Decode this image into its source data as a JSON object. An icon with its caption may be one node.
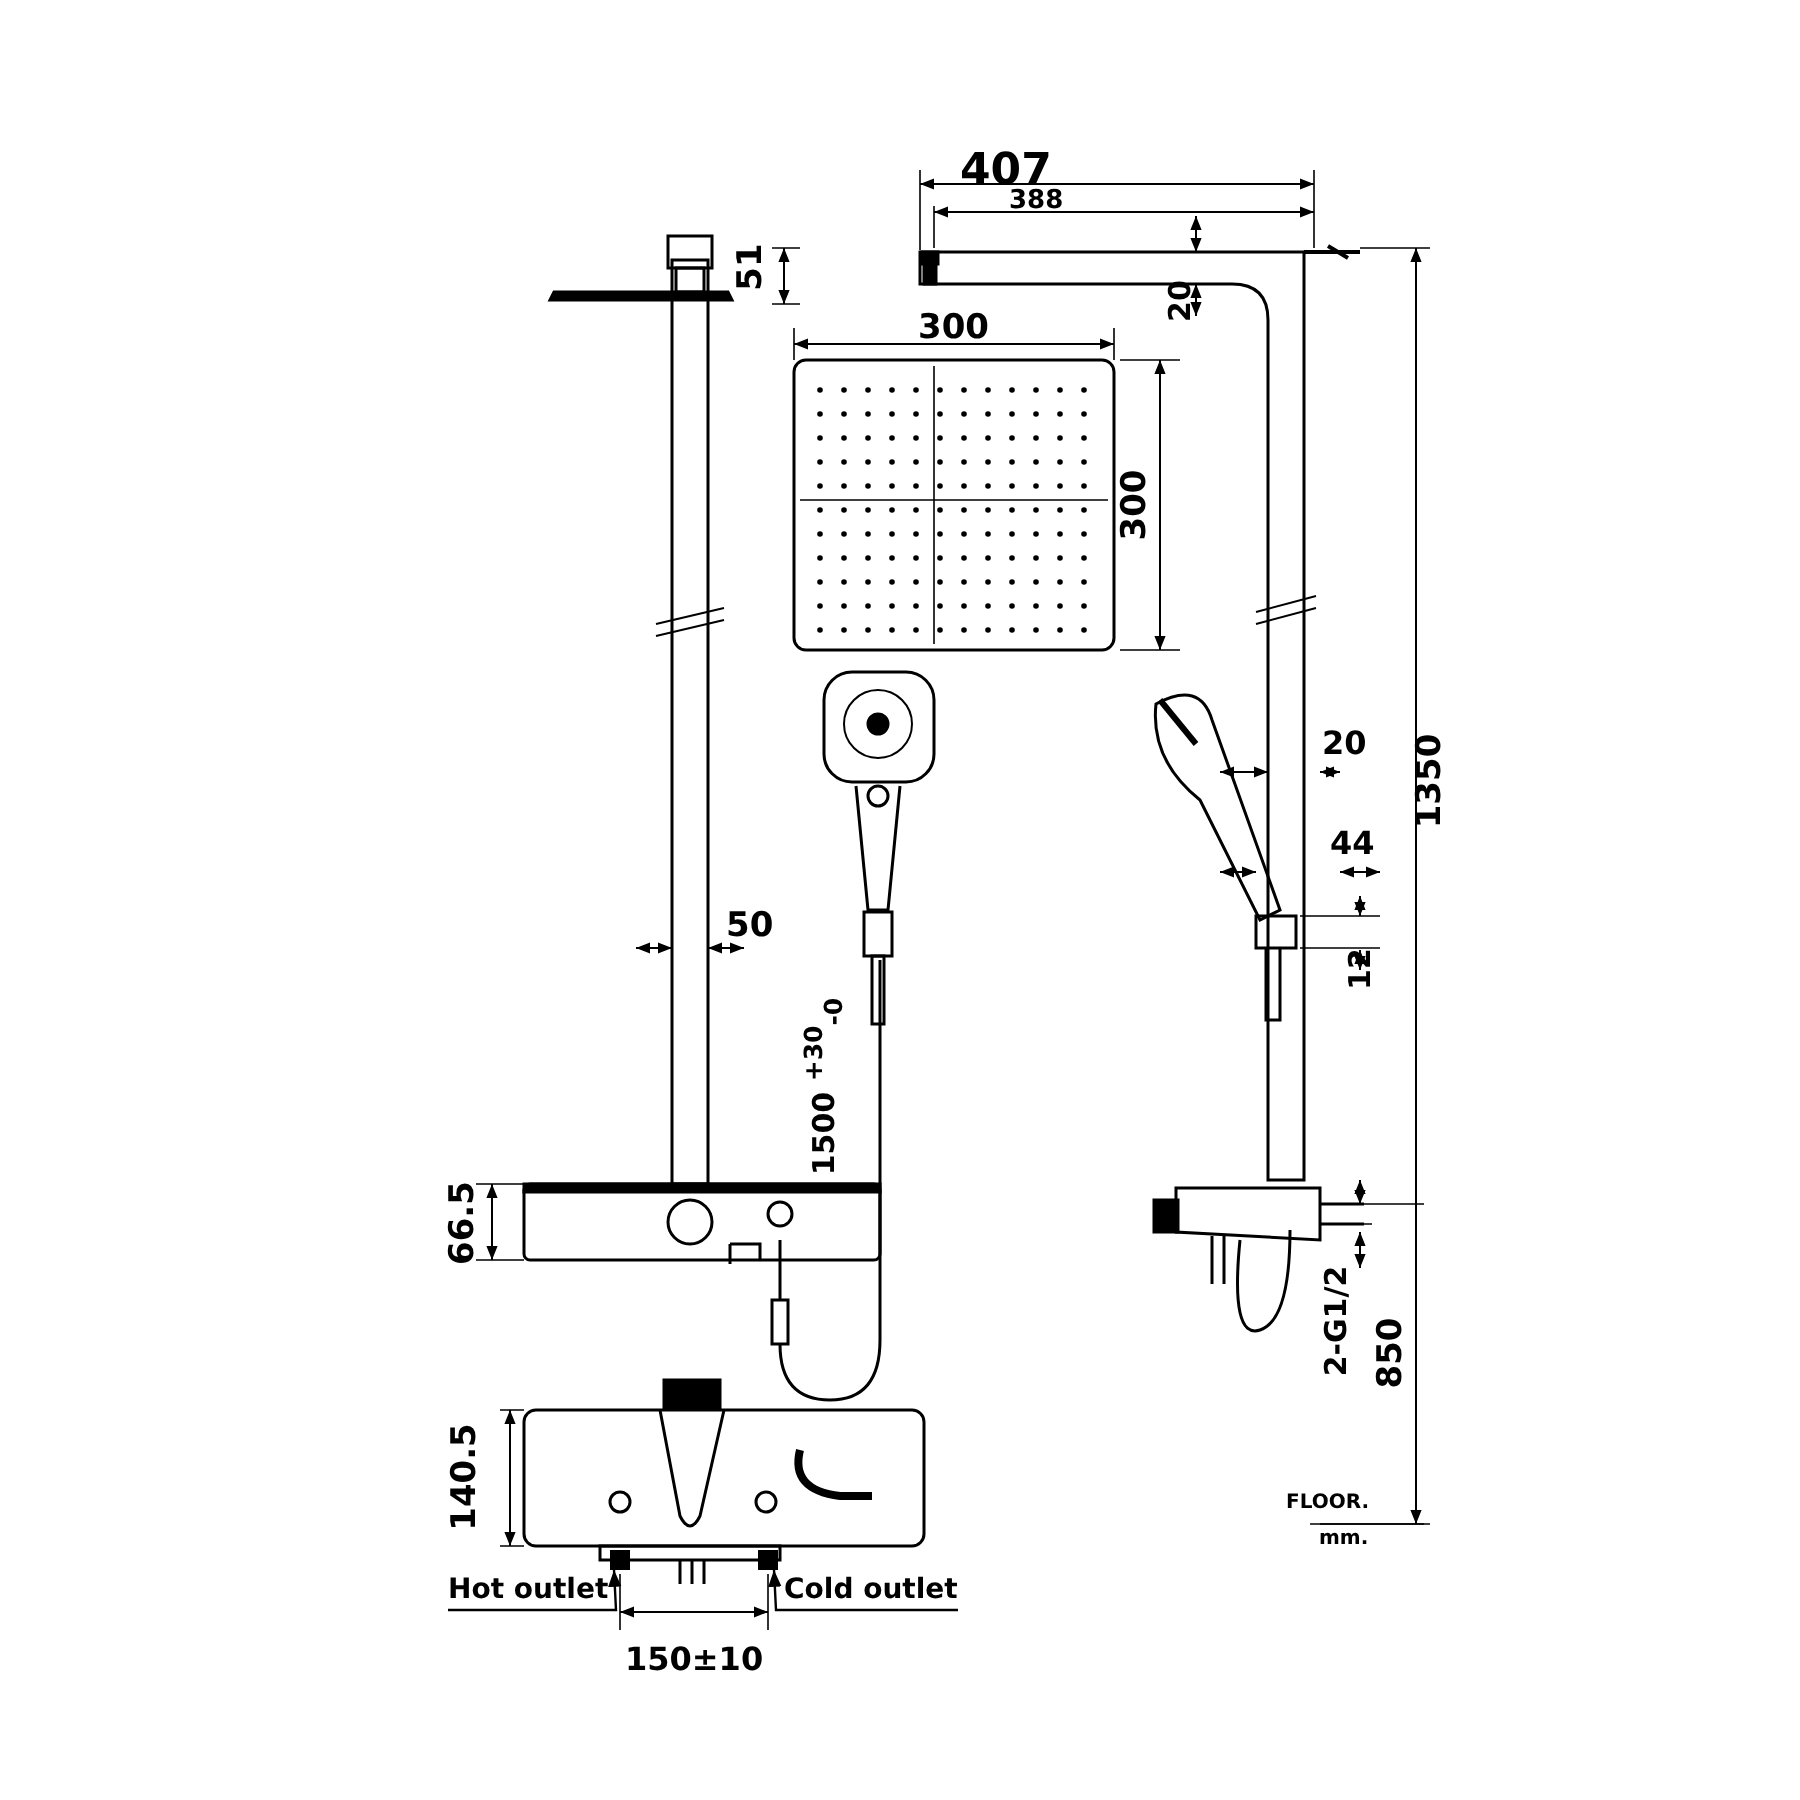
{
  "diagram": {
    "nodes": [
      {
        "text": [
          "Hot outlet"
        ]
      },
      {
        "text": [],
        "shape": "box"
      },
      {
        "text": [
          "Cold outlet"
        ]
      },
      {
        "text": [],
        "shape": "box"
      }
    ],
    "edges": [
      {
        "from": 0,
        "to": 1,
        "arrow": "to"
      },
      {
        "from": 2,
        "to": 3,
        "arrow": "to"
      }
    ],
    "labels": [
      "407",
      "388",
      "51",
      "20",
      "300",
      "300",
      "1350",
      "20",
      "44",
      "12",
      "50",
      "1500 $^{+30}$$_{-0}$",
      "66.5",
      "2-G1/2",
      "850",
      "140.5",
      "FLOOR.",
      "mm.",
      "150±10"
    ]
  }
}
